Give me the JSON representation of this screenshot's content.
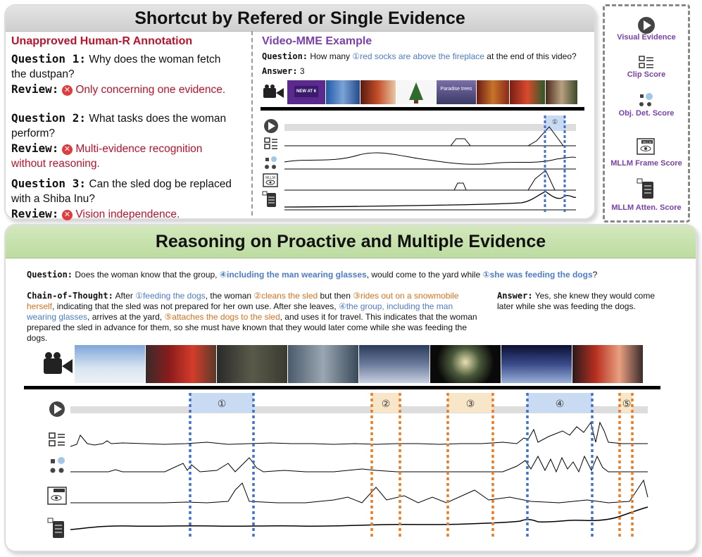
{
  "top_panel": {
    "title": "Shortcut by Refered or Single Evidence",
    "left": {
      "header": "Unapproved Human-R Annotation",
      "items": [
        {
          "q_label": "Question 1:",
          "q_text_line1": "Why does the woman fetch",
          "q_text_line2": "the dustpan?",
          "r_label": "Review:",
          "r_text_line1": "Only concerning one evidence.",
          "r_text_line2": ""
        },
        {
          "q_label": "Question 2:",
          "q_text_line1": "What tasks does the woman",
          "q_text_line2": "perform?",
          "r_label": "Review:",
          "r_text_line1": "Multi-evidence recognition",
          "r_text_line2": "without reasoning."
        },
        {
          "q_label": "Question 3:",
          "q_text_line1": "Can the sled dog be replaced",
          "q_text_line2": "with a Shiba Inu?",
          "r_label": "Review:",
          "r_text_line1": "Vision independence.",
          "r_text_line2": ""
        }
      ]
    },
    "right": {
      "header": "Video-MME Example",
      "question_label": "Question:",
      "question_pre": "How many ",
      "question_circle": "①",
      "question_highlight": "red socks are above the fireplace",
      "question_post": " at the end of this video?",
      "answer_label": "Answer:",
      "answer_value": "3",
      "thumb_badge": "NEW AT 6",
      "thumb_caption": "Paradise trees",
      "marker": "①"
    }
  },
  "legend": {
    "items": [
      {
        "label": "Visual Evidence",
        "icon": "play-icon"
      },
      {
        "label": "Clip Score",
        "icon": "clip-grid-icon"
      },
      {
        "label": "Obj. Det. Score",
        "icon": "detection-icon"
      },
      {
        "label": "MLLM Frame Score",
        "icon": "mllm-frame-icon"
      },
      {
        "label": "MLLM Atten. Score",
        "icon": "mllm-atten-icon"
      }
    ],
    "mllm_badge": "MLLM"
  },
  "bottom_panel": {
    "title": "Reasoning on Proactive and Multiple Evidence",
    "question_label": "Question:",
    "question_pre": "Does the woman know that the group, ",
    "question_hl1": "④including the man wearing glasses",
    "question_mid": ", would come to the yard while ",
    "question_hl2": "①she was feeding the dogs",
    "question_post": "?",
    "cot_label": "Chain-of-Thought:",
    "cot": [
      {
        "t": "After ",
        "c": ""
      },
      {
        "t": "①feeding the dogs",
        "c": "blue"
      },
      {
        "t": ", the woman ",
        "c": ""
      },
      {
        "t": "②cleans the sled",
        "c": "orange"
      },
      {
        "t": " but then ",
        "c": ""
      },
      {
        "t": "③rides out on a snowmobile herself",
        "c": "orange"
      },
      {
        "t": ", indicating that the sled was not prepared for her own use. After she leaves, ",
        "c": ""
      },
      {
        "t": "④the group, including the man wearing glasses",
        "c": "blue"
      },
      {
        "t": ", arrives at the yard, ",
        "c": ""
      },
      {
        "t": "⑤attaches the dogs to the sled",
        "c": "orange"
      },
      {
        "t": ", and uses it for travel. This indicates that the woman prepared the sled in advance for them, so she must have known that they would later come while she was feeding the dogs.",
        "c": ""
      }
    ],
    "answer_label": "Answer:",
    "answer_text": "Yes, she knew they would come later while she was feeding the dogs.",
    "markers": [
      "①",
      "②",
      "③",
      "④",
      "⑤"
    ]
  },
  "colors": {
    "blue_dotted": "#3f6fd1",
    "orange_dotted": "#ee7a1f",
    "purple": "#7a3fb0",
    "red": "#c0102a"
  }
}
